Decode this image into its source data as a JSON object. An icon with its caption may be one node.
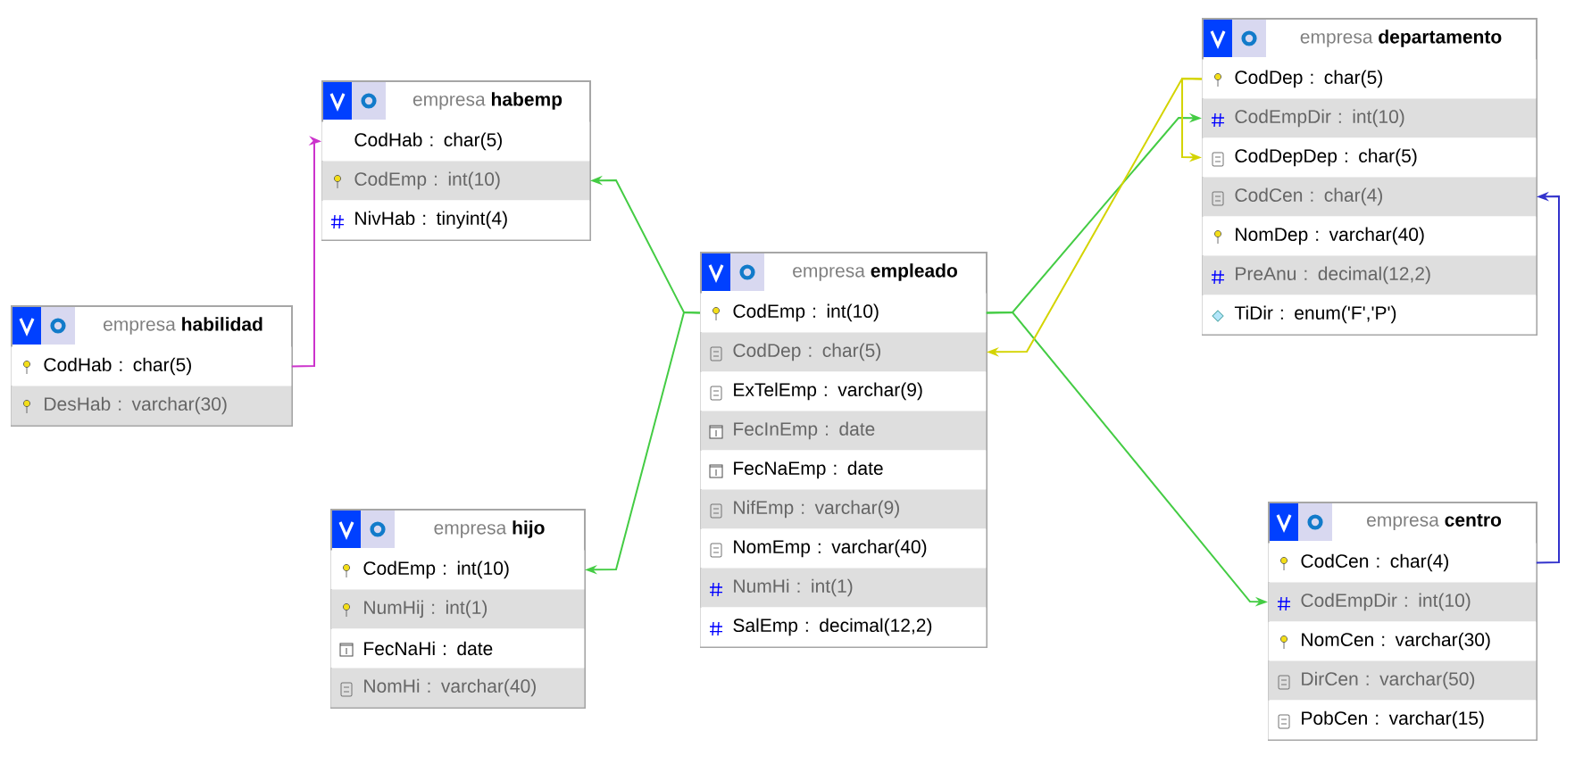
{
  "diagram": {
    "nodes": [
      {
        "text": [
          "empresa",
          "habemp"
        ]
      },
      {
        "text": [
          "CodHab : char(5)"
        ],
        "in": 0
      },
      {
        "text": [
          "CodEmp : int(10)"
        ],
        "in": 0
      },
      {
        "text": [
          "NivHab : tinyint(4)"
        ],
        "in": 0
      },
      {
        "text": [
          "empresa",
          "departamento"
        ]
      },
      {
        "text": [
          "CodDep : char(5)"
        ],
        "in": 4
      },
      {
        "text": [
          "CodEmpDir : int(10)"
        ],
        "in": 4
      },
      {
        "text": [
          "CodDepDep : char(5)"
        ],
        "in": 4
      },
      {
        "text": [
          "CodCen : char(4)"
        ],
        "in": 4
      },
      {
        "text": [
          "NomDep : varchar(40)"
        ],
        "in": 4
      },
      {
        "text": [
          "PreAnu : decimal(12,2)"
        ],
        "in": 4
      },
      {
        "text": [
          "TiDir : enum('F','P')"
        ],
        "in": 4
      },
      {
        "text": [
          "empresa",
          "habilidad"
        ]
      },
      {
        "text": [
          "CodHab : char(5)"
        ],
        "in": 12
      },
      {
        "text": [
          "DesHab : varchar(30)"
        ],
        "in": 12
      },
      {
        "text": [
          "empresa",
          "empleado"
        ]
      },
      {
        "text": [
          "CodEmp : int(10)"
        ],
        "in": 15
      },
      {
        "text": [
          "CodDep : char(5)"
        ],
        "in": 15
      },
      {
        "text": [
          "ExTelEmp : varchar(9)"
        ],
        "in": 15
      },
      {
        "text": [
          "FecInEmp : date"
        ],
        "in": 15
      },
      {
        "text": [
          "FecNaEmp : date"
        ],
        "in": 15
      },
      {
        "text": [
          "NifEmp : varchar(9)"
        ],
        "in": 15
      },
      {
        "text": [
          "NomEmp : varchar(40)"
        ],
        "in": 15
      },
      {
        "text": [
          "NumHi : int(1)"
        ],
        "in": 15
      },
      {
        "text": [
          "SalEmp : decimal(12,2)"
        ],
        "in": 15
      },
      {
        "text": [
          "empresa",
          "hijo"
        ]
      },
      {
        "text": [
          "CodEmp : int(10)"
        ],
        "in": 25
      },
      {
        "text": [
          "NumHij : int(1)"
        ],
        "in": 25
      },
      {
        "text": [
          "FecNaHi : date"
        ],
        "in": 25
      },
      {
        "text": [
          "NomHi : varchar(40)"
        ],
        "in": 25
      },
      {
        "text": [
          "empresa",
          "centro"
        ]
      },
      {
        "text": [
          "CodCen : char(4)"
        ],
        "in": 30
      },
      {
        "text": [
          "CodEmpDir : int(10)"
        ],
        "in": 30
      },
      {
        "text": [
          "NomCen : varchar(30)"
        ],
        "in": 30
      },
      {
        "text": [
          "DirCen : varchar(50)"
        ],
        "in": 30
      },
      {
        "text": [
          "PobCen : varchar(15)"
        ],
        "in": 30
      }
    ],
    "edges": [
      {
        "from": 13,
        "to": 1,
        "arrow": "to",
        "color": "#cc33cc"
      },
      {
        "from": 16,
        "to": 2,
        "arrow": "to"
      },
      {
        "from": 16,
        "to": 26,
        "arrow": "to"
      },
      {
        "from": 16,
        "to": 6,
        "arrow": "to"
      },
      {
        "from": 16,
        "to": 32,
        "arrow": "to"
      },
      {
        "from": 5,
        "to": 17,
        "arrow": "to",
        "color": "#d4d400"
      },
      {
        "from": 5,
        "to": 7,
        "arrow": "to",
        "color": "#d4d400"
      },
      {
        "from": 31,
        "to": 8,
        "arrow": "to",
        "color": "#3333cc"
      }
    ]
  }
}
